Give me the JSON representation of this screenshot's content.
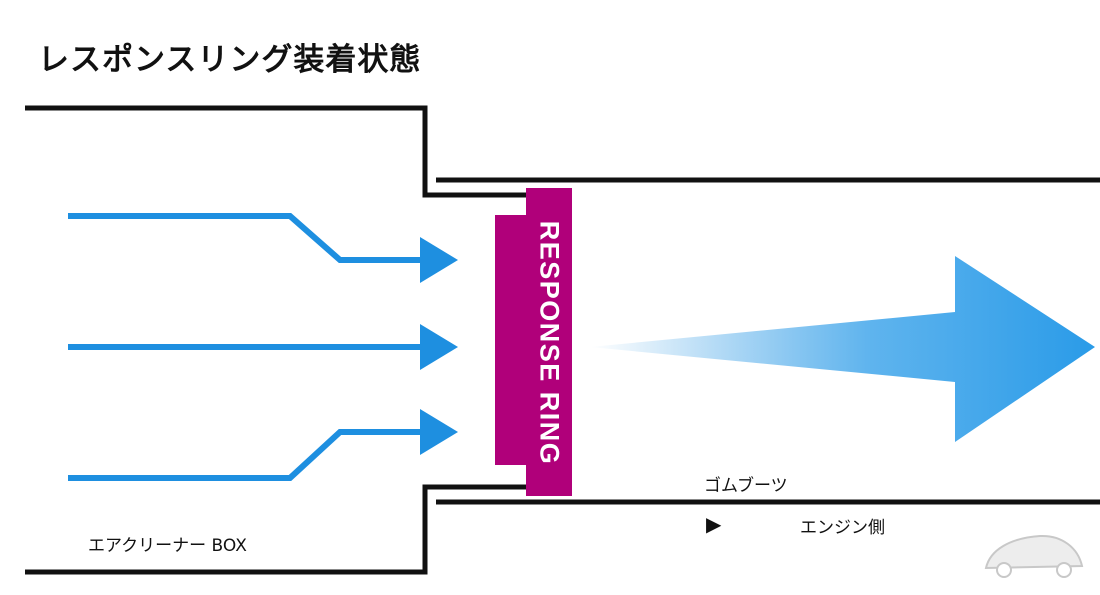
{
  "title": "レスポンスリング装着状態",
  "labels": {
    "ring": "RESPONSE RING",
    "air_cleaner_box": "エアクリーナー BOX",
    "rubber_boot": "ゴムブーツ",
    "direction_marker": "▶",
    "engine_side": "エンジン側"
  },
  "colors": {
    "flow_arrow": "#1e8fe0",
    "ring": "#b0007a",
    "pipe_wall": "#111111"
  }
}
